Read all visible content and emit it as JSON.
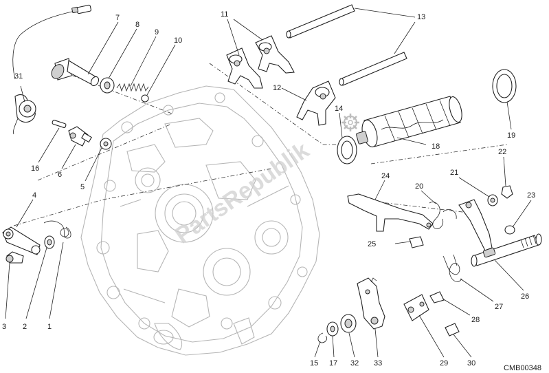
{
  "diagram": {
    "drawing_code": "CMB00348",
    "watermark": "PartsRepublik",
    "callouts": [
      {
        "id": "c1",
        "label": "1"
      },
      {
        "id": "c2",
        "label": "2"
      },
      {
        "id": "c3",
        "label": "3"
      },
      {
        "id": "c4",
        "label": "4"
      },
      {
        "id": "c5",
        "label": "5"
      },
      {
        "id": "c6",
        "label": "6"
      },
      {
        "id": "c7",
        "label": "7"
      },
      {
        "id": "c8",
        "label": "8"
      },
      {
        "id": "c9",
        "label": "9"
      },
      {
        "id": "c10",
        "label": "10"
      },
      {
        "id": "c11",
        "label": "11"
      },
      {
        "id": "c12",
        "label": "12"
      },
      {
        "id": "c13",
        "label": "13"
      },
      {
        "id": "c14",
        "label": "14"
      },
      {
        "id": "c15",
        "label": "15"
      },
      {
        "id": "c16",
        "label": "16"
      },
      {
        "id": "c17",
        "label": "17"
      },
      {
        "id": "c18",
        "label": "18"
      },
      {
        "id": "c19",
        "label": "19"
      },
      {
        "id": "c20",
        "label": "20"
      },
      {
        "id": "c21",
        "label": "21"
      },
      {
        "id": "c22",
        "label": "22"
      },
      {
        "id": "c23",
        "label": "23"
      },
      {
        "id": "c24",
        "label": "24"
      },
      {
        "id": "c25",
        "label": "25"
      },
      {
        "id": "c26",
        "label": "26"
      },
      {
        "id": "c27",
        "label": "27"
      },
      {
        "id": "c28",
        "label": "28"
      },
      {
        "id": "c29",
        "label": "29"
      },
      {
        "id": "c30",
        "label": "30"
      },
      {
        "id": "c31",
        "label": "31"
      },
      {
        "id": "c32",
        "label": "32"
      },
      {
        "id": "c33",
        "label": "33"
      }
    ]
  }
}
